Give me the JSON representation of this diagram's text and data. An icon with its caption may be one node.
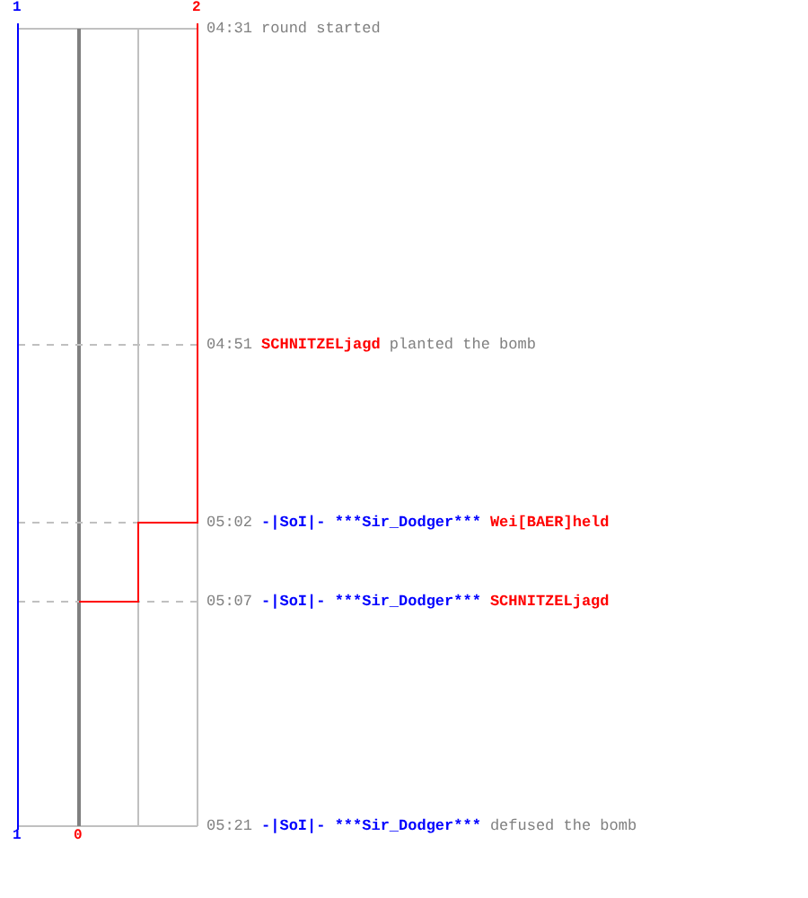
{
  "diagram": {
    "labels": [
      "1",
      "2",
      "04:31",
      "round started",
      "04:51",
      "SCHNITZELjagd",
      "planted the bomb",
      "05:02",
      "-|SoI|- ***Sir_Dodger***",
      "Wei[BAER]held",
      "05:07",
      "-|SoI|- ***Sir_Dodger***",
      "SCHNITZELjagd",
      "1",
      "0",
      "05:21",
      "-|SoI|- ***Sir_Dodger***",
      "defused the bomb"
    ]
  }
}
